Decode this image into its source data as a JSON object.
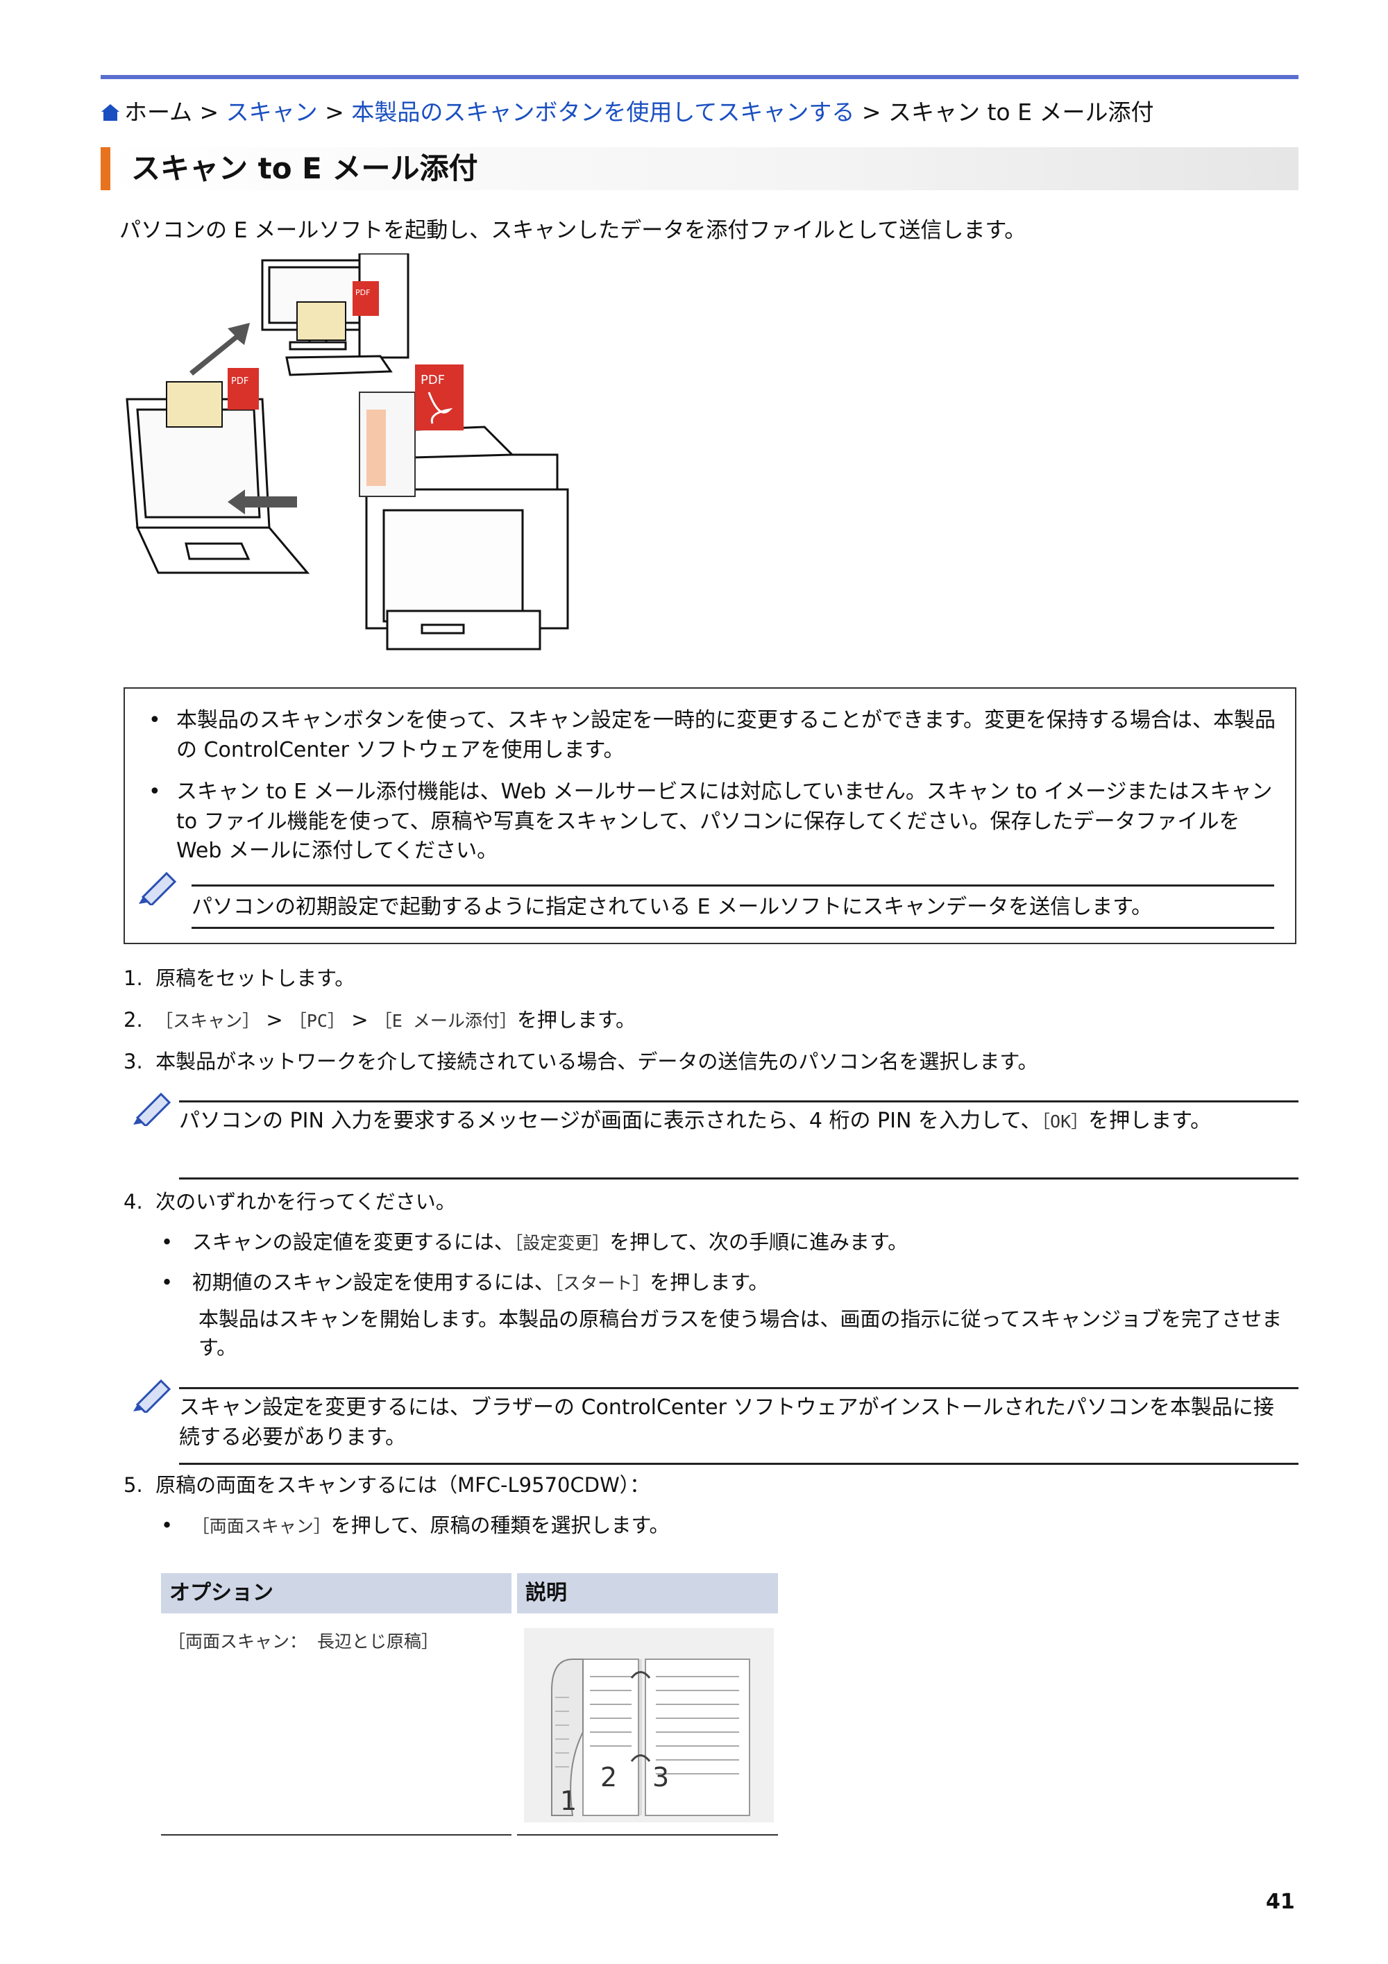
{
  "breadcrumb": {
    "home": "ホーム",
    "sep": ">",
    "scan": "スキャン",
    "scan_button": "本製品のスキャンボタンを使用してスキャンする",
    "current": "スキャン to E メール添付"
  },
  "title": "スキャン to E メール添付",
  "intro": "パソコンの E メールソフトを起動し、スキャンしたデータを添付ファイルとして送信します。",
  "illustration": {
    "pdf_label": "PDF"
  },
  "notes": {
    "bullet1": "本製品のスキャンボタンを使って、スキャン設定を一時的に変更することができます。変更を保持する場合は、本製品の ControlCenter ソフトウェアを使用します。",
    "bullet2": "スキャン to E メール添付機能は、Web メールサービスには対応していません。スキャン to イメージまたはスキャン to ファイル機能を使って、原稿や写真をスキャンして、パソコンに保存してください。保存したデータファイルを Web メールに添付してください。",
    "memo": "パソコンの初期設定で起動するように指定されている E メールソフトにスキャンデータを送信します。"
  },
  "steps": {
    "s1_num": "1.",
    "s1": "原稿をセットします。",
    "s2_num": "2.",
    "s2_a": "［スキャン］",
    "s2_gt1": " > ",
    "s2_b": "［PC］",
    "s2_gt2": " > ",
    "s2_c": "［E メール添付］",
    "s2_d": "を押します。",
    "s3_num": "3.",
    "s3": "本製品がネットワークを介して接続されている場合、データの送信先のパソコン名を選択します。",
    "memo3_a": "パソコンの PIN 入力を要求するメッセージが画面に表示されたら、4 桁の PIN を入力して、",
    "memo3_ok": "［OK］",
    "memo3_b": "を押します。",
    "s4_num": "4.",
    "s4": "次のいずれかを行ってください。",
    "s4_b1_a": "スキャンの設定値を変更するには、",
    "s4_b1_key": "［設定変更］",
    "s4_b1_b": "を押して、次の手順に進みます。",
    "s4_b2_a": "初期値のスキャン設定を使用するには、",
    "s4_b2_key": "［スタート］",
    "s4_b2_b": "を押します。",
    "s4_b2_sub": "本製品はスキャンを開始します。本製品の原稿台ガラスを使う場合は、画面の指示に従ってスキャンジョブを完了させます。",
    "memo4": "スキャン設定を変更するには、ブラザーの ControlCenter ソフトウェアがインストールされたパソコンを本製品に接続する必要があります。",
    "s5_num": "5.",
    "s5": "原稿の両面をスキャンするには（MFC-L9570CDW）：",
    "s5_b1_key": "［両面スキャン］",
    "s5_b1_b": "を押して、原稿の種類を選択します。",
    "bullet_char": "•"
  },
  "table": {
    "header_option": "オプション",
    "header_desc": "説明",
    "row1_option": "［両面スキャン： 長辺とじ原稿］",
    "page_labels": [
      "1",
      "2",
      "3"
    ]
  },
  "page_number": "41"
}
